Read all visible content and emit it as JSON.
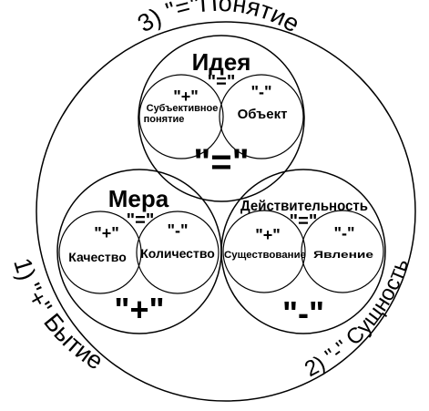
{
  "colors": {
    "stroke": "#000000",
    "background": "#ffffff",
    "text": "#000000"
  },
  "outer_labels": {
    "top": "3) \"=\"Понятие",
    "left": "1) \"+\" Бытие",
    "right": "2) \"-\" Сущность"
  },
  "idea": {
    "title": "Идея",
    "mark": "\"=\"",
    "plus_mark": "\"+\"",
    "minus_mark": "\"-\"",
    "left_label_1": "Субъективное",
    "left_label_2": "понятие",
    "right_label": "Объект",
    "bottom_mark": "\"=\""
  },
  "mera": {
    "title": "Мера",
    "mark": "\"=\"",
    "plus_mark": "\"+\"",
    "minus_mark": "\"-\"",
    "left_label": "Качество",
    "right_label": "Количество",
    "bottom_mark": "\"+\""
  },
  "reality": {
    "title": "Действительность",
    "mark": "\"=\"",
    "plus_mark": "\"+\"",
    "minus_mark": "\"-\"",
    "left_label": "Существование",
    "right_label": "Явление",
    "bottom_mark": "\"-\""
  }
}
